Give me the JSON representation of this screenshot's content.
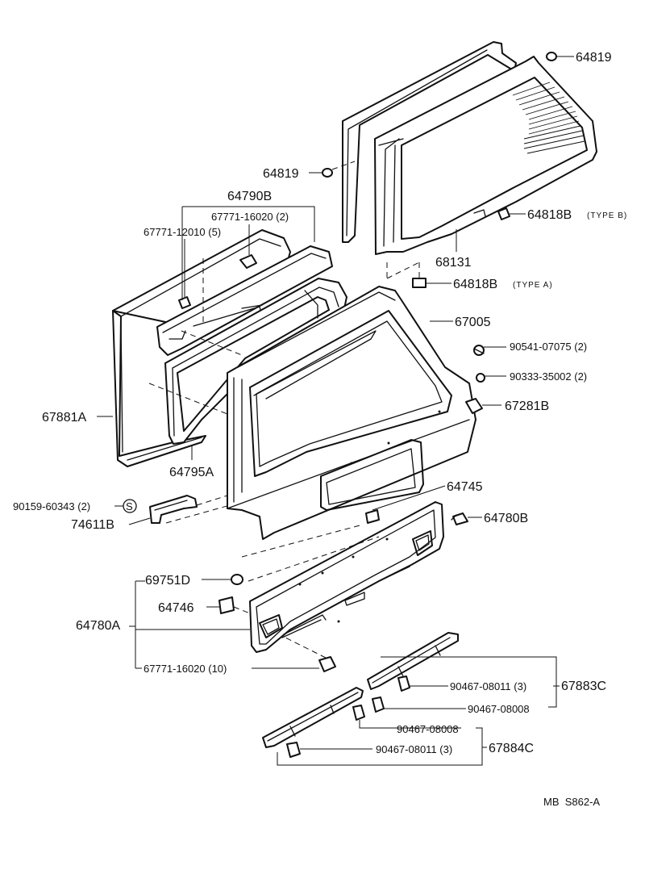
{
  "diagram_code": "MB  S862-A",
  "parts": {
    "p64819a": "64819",
    "p64819b": "64819",
    "p64818b_typeb": "64818B",
    "p64818b_typea": "64818B",
    "p68131": "68131",
    "p64790b": "64790B",
    "p67771_16020_2": "67771-16020 (2)",
    "p67771_12010_5": "67771-12010 (5)",
    "p67005": "67005",
    "p90541": "90541-07075 (2)",
    "p90333": "90333-35002 (2)",
    "p67281b": "67281B",
    "p67881a": "67881A",
    "p64795a": "64795A",
    "p90159": "90159-60343 (2)",
    "p74611b": "74611B",
    "p64745": "64745",
    "p64780b": "64780B",
    "p69751d": "69751D",
    "p64746": "64746",
    "p64780a": "64780A",
    "p67771_16020_10": "67771-16020 (10)",
    "p90467_08011_a": "90467-08011 (3)",
    "p90467_08008_a": "90467-08008",
    "p67883c": "67883C",
    "p90467_08008_b": "90467-08008",
    "p90467_08011_b": "90467-08011 (3)",
    "p67884c": "67884C"
  },
  "notes": {
    "type_b": "(TYPE B)",
    "type_a": "(TYPE A)"
  },
  "symbol_s": "S"
}
